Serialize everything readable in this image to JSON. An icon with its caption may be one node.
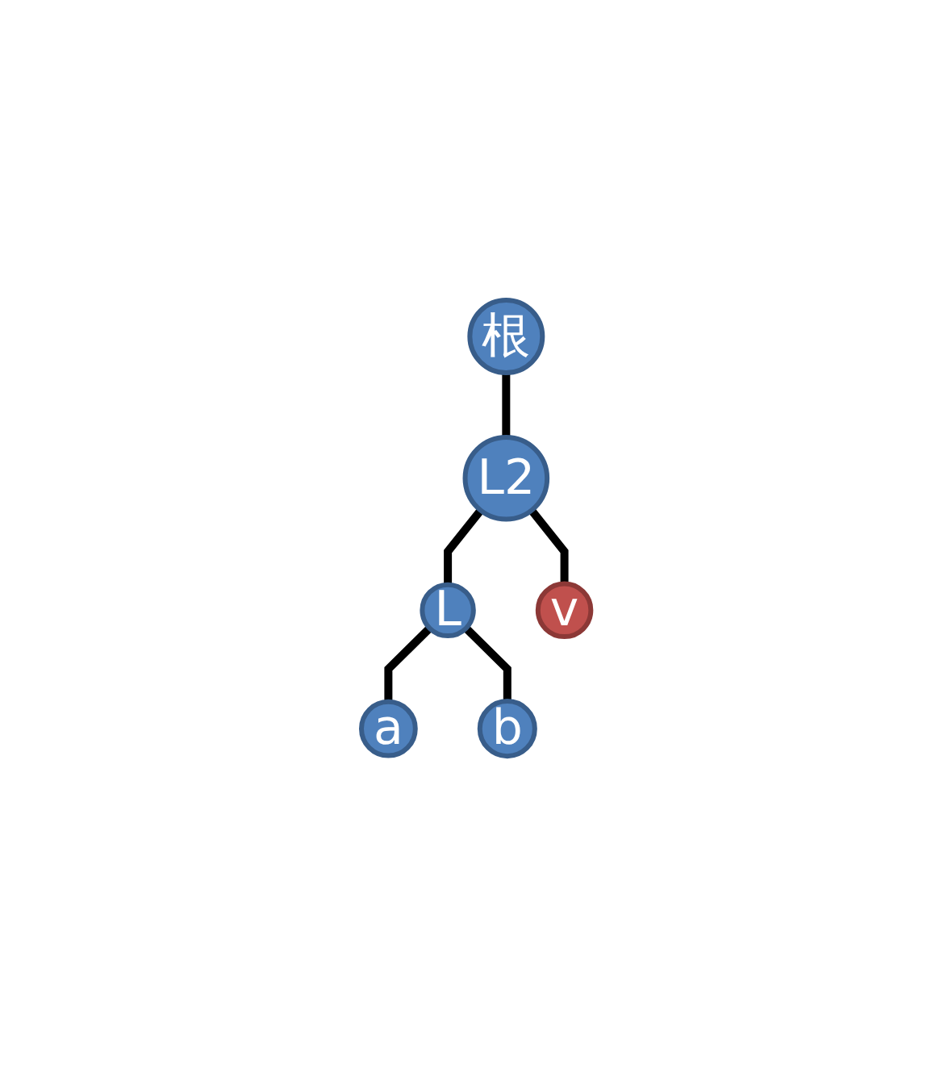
{
  "diagram": {
    "nodes": [
      {
        "text": [
          "根"
        ]
      },
      {
        "text": [
          "L2"
        ]
      },
      {
        "text": [
          "L"
        ]
      },
      {
        "text": [
          "v"
        ]
      },
      {
        "text": [
          "a"
        ]
      },
      {
        "text": [
          "b"
        ]
      }
    ],
    "edges": [
      {
        "from": 0,
        "to": 1,
        "arrow": "none"
      },
      {
        "from": 1,
        "to": 2,
        "arrow": "none"
      },
      {
        "from": 1,
        "to": 3,
        "arrow": "none"
      },
      {
        "from": 2,
        "to": 4,
        "arrow": "none"
      },
      {
        "from": 2,
        "to": 5,
        "arrow": "none"
      }
    ]
  }
}
